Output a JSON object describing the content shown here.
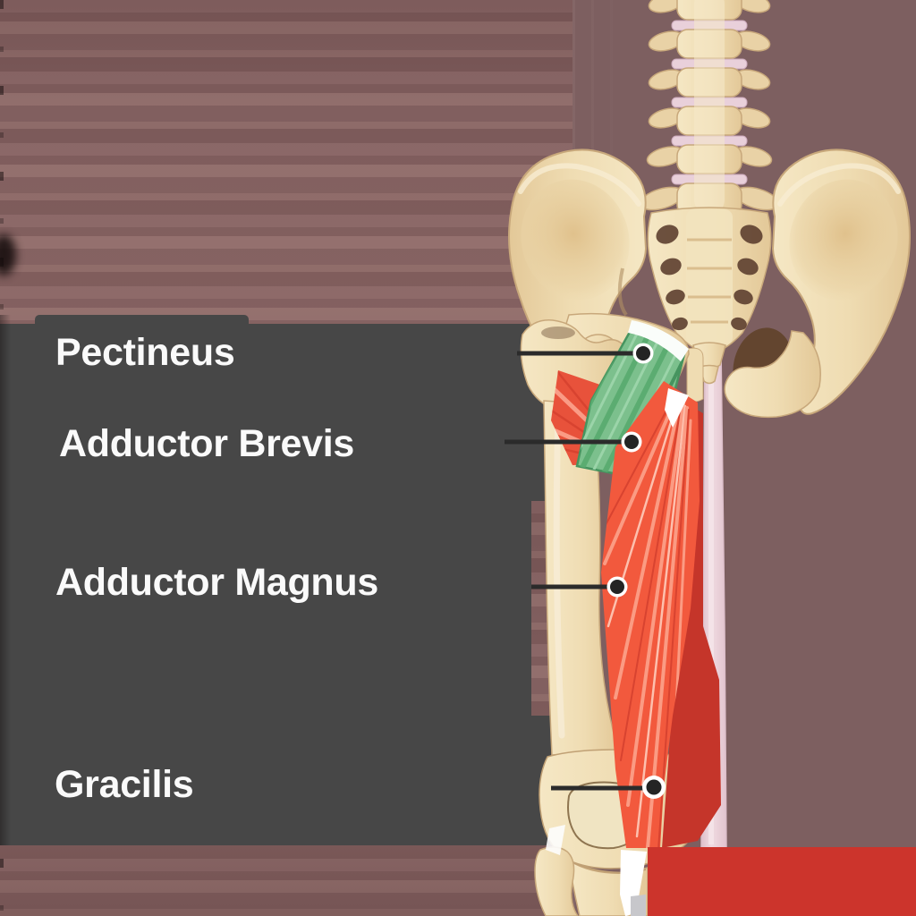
{
  "scene": {
    "description": "Anatomical diagram of the medial thigh (adductor) muscle group on a skeleton, with a dark label panel, leader lines and marker dots",
    "background_color": "#7E5F60",
    "panel_color": "#474747",
    "leader_line_color": "#2B2B2B",
    "text_color": "#FAFAFA",
    "red_banner_color": "#CC342C"
  },
  "labels": [
    {
      "id": "pectineus",
      "text": "Pectineus"
    },
    {
      "id": "adductor-brevis",
      "text": "Adductor Brevis"
    },
    {
      "id": "adductor-magnus",
      "text": "Adductor Magnus"
    },
    {
      "id": "gracilis",
      "text": "Gracilis"
    }
  ],
  "illustration": {
    "subject": "lumbar spine, pelvis and left femur with adductor muscles",
    "colors": {
      "bone": "#EFDCB2",
      "bone_outline": "#C8A87B",
      "bone_highlight": "#F8EEDA",
      "intervertebral_disc": "#E9D0DA",
      "highlighted_muscle_green": "#7CC08D",
      "muscle_red": "#F2593D",
      "muscle_deep_red": "#C5352A",
      "tendon_white": "#FFFFFF",
      "midline_band_pink": "#EAD2D9",
      "foramen_dark": "#5E4030"
    }
  }
}
